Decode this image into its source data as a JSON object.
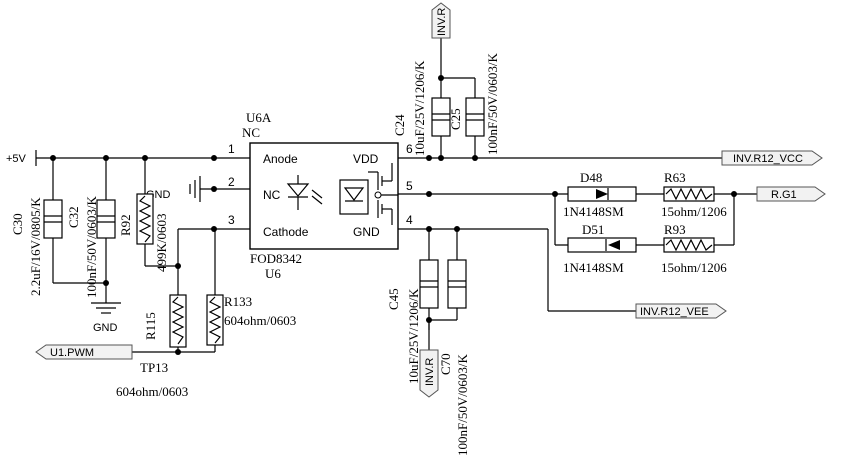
{
  "ic": {
    "designator": "U6A",
    "nc_label": "NC",
    "part": "FOD8342",
    "ref": "U6",
    "pins_left": [
      {
        "num": "1",
        "name": "Anode"
      },
      {
        "num": "2",
        "name": "NC"
      },
      {
        "num": "3",
        "name": "Cathode"
      }
    ],
    "pins_right": [
      {
        "num": "6",
        "name": "VDD"
      },
      {
        "num": "5",
        "name": ""
      },
      {
        "num": "4",
        "name": "GND"
      }
    ]
  },
  "power": {
    "plus5v": "+5V",
    "gnd_bottom": "GND",
    "gnd_pin2": "GND"
  },
  "net_labels": {
    "inv_r_top": "INV.R",
    "inv_r_bottom": "INV.R",
    "vcc": "INV.R12_VCC",
    "gate": "R.G1",
    "vee": "INV.R12_VEE",
    "pwm": "U1.PWM",
    "testpoint": "TP13"
  },
  "components": {
    "C30": {
      "ref": "C30",
      "value": "2.2uF/16V/0805/K"
    },
    "C32": {
      "ref": "C32",
      "value": "100nF/50V/0603/K"
    },
    "R92": {
      "ref": "R92",
      "value": "499K/0603"
    },
    "R115": {
      "ref": "R115",
      "value": "604ohm/0603"
    },
    "R133": {
      "ref": "R133",
      "value": "604ohm/0603"
    },
    "C24": {
      "ref": "C24",
      "value": "10uF/25V/1206/K"
    },
    "C25": {
      "ref": "C25",
      "value": "100nF/50V/0603/K"
    },
    "C45": {
      "ref": "C45",
      "value": "10uF/25V/1206/K"
    },
    "C70": {
      "ref": "C70",
      "value": "100nF/50V/0603/K"
    },
    "D48": {
      "ref": "D48",
      "value": "1N4148SM"
    },
    "D51": {
      "ref": "D51",
      "value": "1N4148SM"
    },
    "R63": {
      "ref": "R63",
      "value": "15ohm/1206"
    },
    "R93": {
      "ref": "R93",
      "value": "15ohm/1206"
    }
  }
}
